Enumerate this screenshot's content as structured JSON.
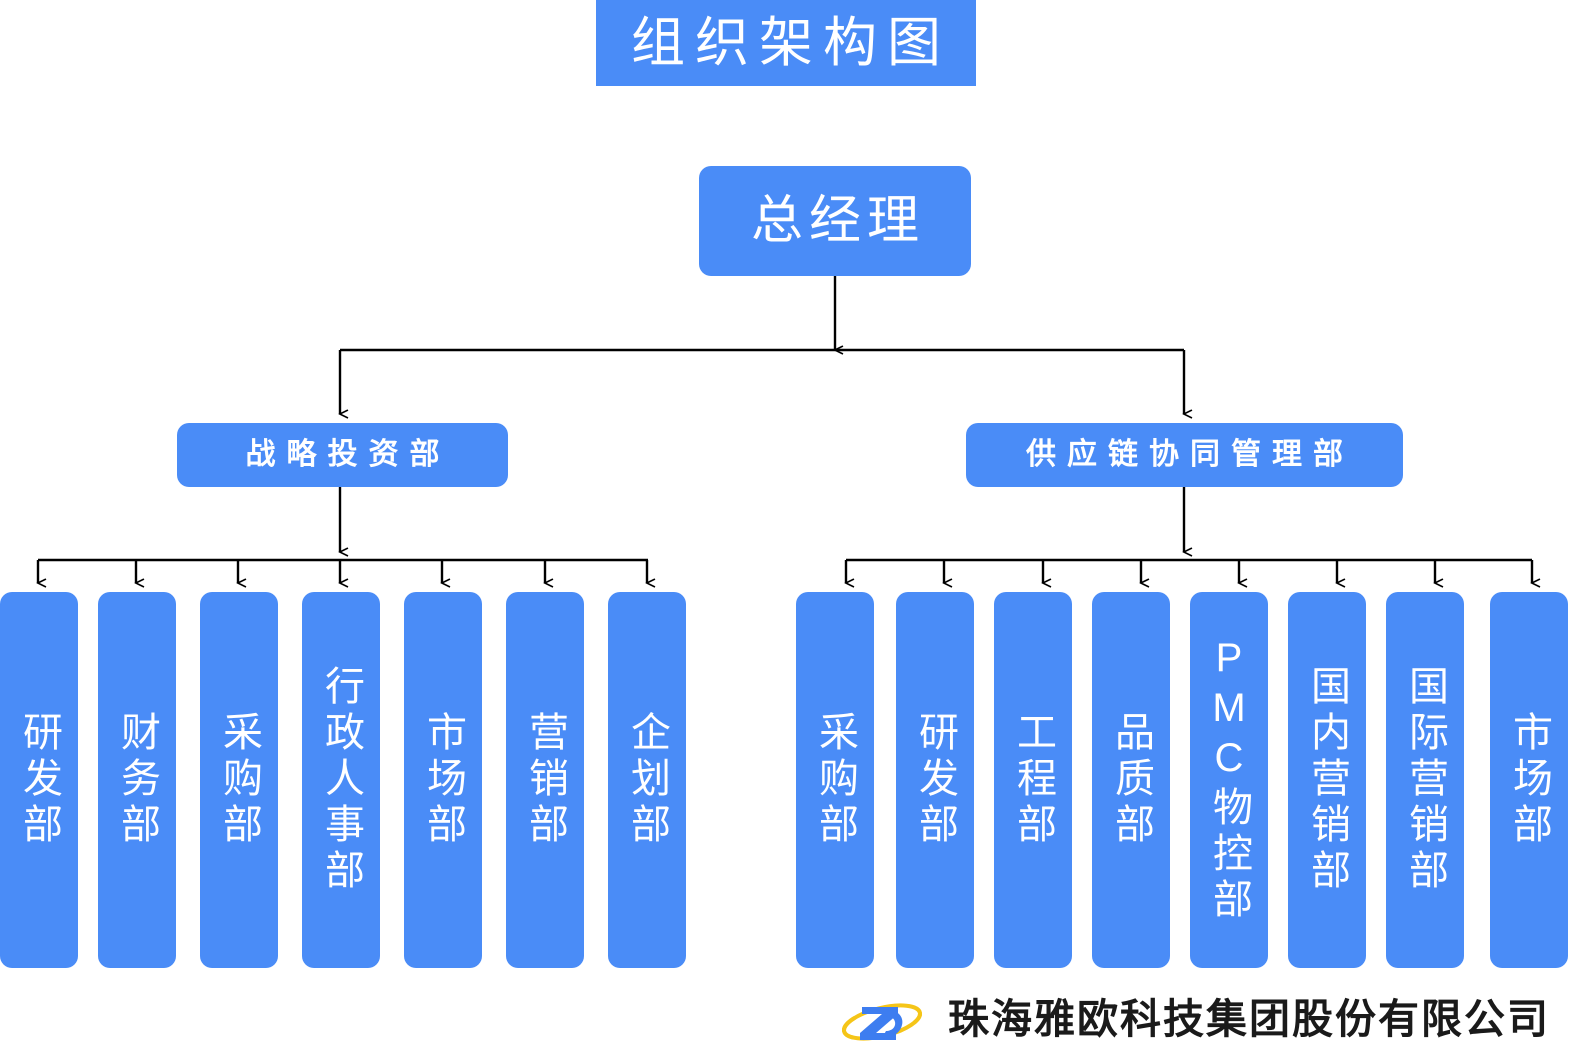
{
  "title": {
    "text": "组织架构图"
  },
  "colors": {
    "node_blue": "#4a8cf7",
    "node_text": "#ffffff",
    "connector": "#000000",
    "logo_blue": "#3d7df0",
    "logo_yellow": "#f5c518",
    "footer_text": "#1a1a1a",
    "background": "#ffffff"
  },
  "root": {
    "label": "总经理"
  },
  "branches": [
    {
      "id": "strategic-investment",
      "label": "战略投资部",
      "children": [
        {
          "label": "研发部"
        },
        {
          "label": "财务部"
        },
        {
          "label": "采购部"
        },
        {
          "label": "行政人事部"
        },
        {
          "label": "市场部"
        },
        {
          "label": "营销部"
        },
        {
          "label": "企划部"
        }
      ]
    },
    {
      "id": "supply-chain",
      "label": "供应链协同管理部",
      "children": [
        {
          "label": "采购部"
        },
        {
          "label": "研发部"
        },
        {
          "label": "工程部"
        },
        {
          "label": "品质部"
        },
        {
          "label": "PMC物控部"
        },
        {
          "label": "国内营销部"
        },
        {
          "label": "国际营销部"
        },
        {
          "label": "市场部"
        }
      ]
    }
  ],
  "footer": {
    "company_name": "珠海雅欧科技集团股份有限公司",
    "logo_icon": "company-logo-icon"
  },
  "chart_data": {
    "type": "diagram",
    "diagram_kind": "organization-chart",
    "title": "组织架构图",
    "orientation": "top-down",
    "levels": 3,
    "nodes": [
      {
        "id": "n0",
        "label": "总经理",
        "level": 0,
        "parent": null
      },
      {
        "id": "n1",
        "label": "战略投资部",
        "level": 1,
        "parent": "n0"
      },
      {
        "id": "n2",
        "label": "供应链协同管理部",
        "level": 1,
        "parent": "n0"
      },
      {
        "id": "n1a",
        "label": "研发部",
        "level": 2,
        "parent": "n1"
      },
      {
        "id": "n1b",
        "label": "财务部",
        "level": 2,
        "parent": "n1"
      },
      {
        "id": "n1c",
        "label": "采购部",
        "level": 2,
        "parent": "n1"
      },
      {
        "id": "n1d",
        "label": "行政人事部",
        "level": 2,
        "parent": "n1"
      },
      {
        "id": "n1e",
        "label": "市场部",
        "level": 2,
        "parent": "n1"
      },
      {
        "id": "n1f",
        "label": "营销部",
        "level": 2,
        "parent": "n1"
      },
      {
        "id": "n1g",
        "label": "企划部",
        "level": 2,
        "parent": "n1"
      },
      {
        "id": "n2a",
        "label": "采购部",
        "level": 2,
        "parent": "n2"
      },
      {
        "id": "n2b",
        "label": "研发部",
        "level": 2,
        "parent": "n2"
      },
      {
        "id": "n2c",
        "label": "工程部",
        "level": 2,
        "parent": "n2"
      },
      {
        "id": "n2d",
        "label": "品质部",
        "level": 2,
        "parent": "n2"
      },
      {
        "id": "n2e",
        "label": "PMC物控部",
        "level": 2,
        "parent": "n2"
      },
      {
        "id": "n2f",
        "label": "国内营销部",
        "level": 2,
        "parent": "n2"
      },
      {
        "id": "n2g",
        "label": "国际营销部",
        "level": 2,
        "parent": "n2"
      },
      {
        "id": "n2h",
        "label": "市场部",
        "level": 2,
        "parent": "n2"
      }
    ],
    "edge_style": "orthogonal-with-arrowheads"
  }
}
